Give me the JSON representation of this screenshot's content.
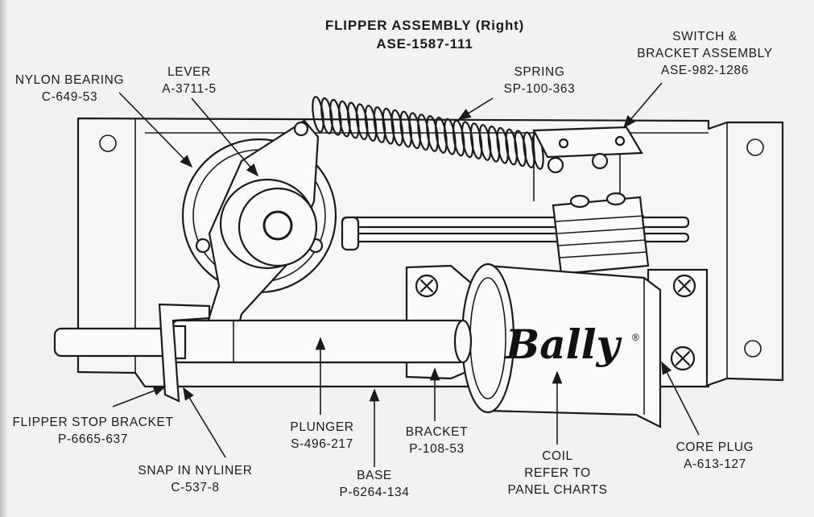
{
  "title": {
    "line1": "FLIPPER ASSEMBLY (Right)",
    "line2": "ASE-1587-111"
  },
  "brand": {
    "logo_text": "Bally",
    "registered_mark": "®"
  },
  "callouts": {
    "nylon_bearing": {
      "name": "NYLON BEARING",
      "part": "C-649-53"
    },
    "lever": {
      "name": "LEVER",
      "part": "A-3711-5"
    },
    "spring": {
      "name": "SPRING",
      "part": "SP-100-363"
    },
    "switch_bracket": {
      "name1": "SWITCH &",
      "name2": "BRACKET ASSEMBLY",
      "part": "ASE-982-1286"
    },
    "flipper_stop_bracket": {
      "name": "FLIPPER STOP BRACKET",
      "part": "P-6665-637"
    },
    "snap_in_nyliner": {
      "name": "SNAP IN NYLINER",
      "part": "C-537-8"
    },
    "plunger": {
      "name": "PLUNGER",
      "part": "S-496-217"
    },
    "base": {
      "name": "BASE",
      "part": "P-6264-134"
    },
    "bracket": {
      "name": "BRACKET",
      "part": "P-108-53"
    },
    "coil": {
      "name1": "COIL",
      "name2": "REFER TO",
      "name3": "PANEL CHARTS"
    },
    "core_plug": {
      "name": "CORE PLUG",
      "part": "A-613-127"
    }
  }
}
